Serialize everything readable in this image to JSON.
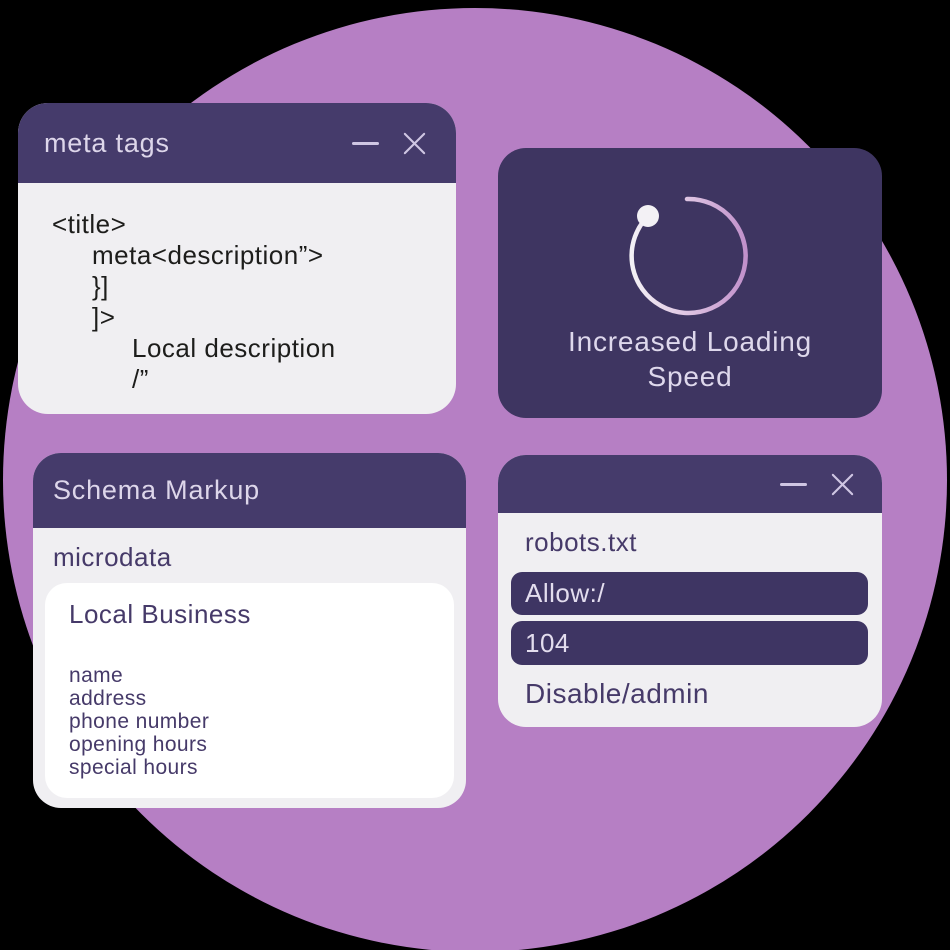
{
  "scene": {
    "background_color": "#000000",
    "circle_color": "#b67fc4",
    "title_bar_color": "#453b6b",
    "dark_card_color": "#3e3561",
    "light_card_color": "#f0eff2",
    "dark_text_color": "#463a69",
    "light_text_color": "#ded8ec",
    "code_text_color": "#1d1d1b",
    "spinner_pink": "#c191cb",
    "spinner_white": "#f3f1f5"
  },
  "meta_window": {
    "title": "meta tags",
    "code_lines": [
      "<title>",
      "meta<description”>",
      "}]",
      "]>",
      "Local description",
      "/”"
    ]
  },
  "loading_card": {
    "line1": "Increased Loading",
    "line2": "Speed"
  },
  "schema_window": {
    "title": "Schema Markup",
    "format_label": "microdata",
    "business_card": {
      "title": "Local Business",
      "fields": [
        "name",
        "address",
        "phone number",
        "opening hours",
        "special hours"
      ]
    }
  },
  "robots_window": {
    "filename": "robots.txt",
    "rule_allow": "Allow:/",
    "rule_code": "104",
    "rule_disable": "Disable/admin"
  }
}
